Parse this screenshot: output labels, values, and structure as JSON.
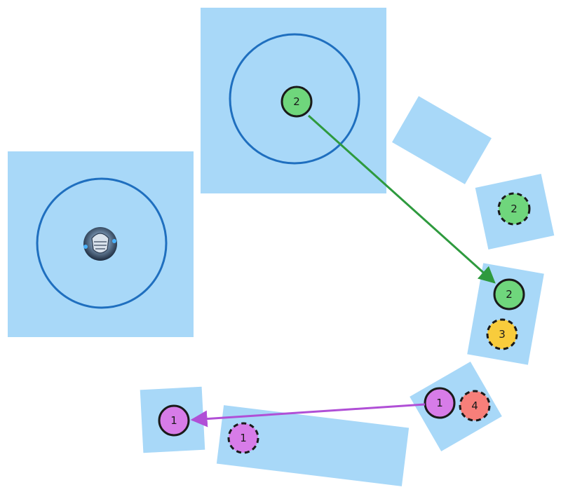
{
  "colors": {
    "zone_fill": "#a8d8f8",
    "ring_stroke": "#1f6fbf",
    "arrow_green": "#2e9a3e",
    "arrow_purple": "#b04fd6",
    "token_green": "#6fd67c",
    "token_yellow": "#f8cc3c",
    "token_purple": "#d77ce8",
    "token_red": "#f77f7a",
    "token_stroke": "#1a1a1a"
  },
  "tokens": {
    "top_zone_token": "2",
    "tile_a_token": "2",
    "tile_b_token_top": "2",
    "tile_b_token_bottom": "3",
    "tile_c_token_left": "1",
    "tile_c_token_right": "4",
    "left_small_token": "1",
    "bottom_long_token": "1"
  },
  "icons": {
    "avatar": "armored-hero-avatar-icon"
  }
}
